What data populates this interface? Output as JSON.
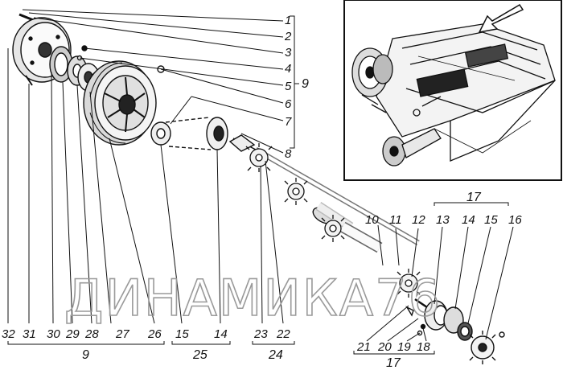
{
  "callouts_right": [
    "1",
    "2",
    "3",
    "4",
    "5",
    "6",
    "7",
    "8"
  ],
  "group_right": "9",
  "callouts_bottom_left": [
    "32",
    "31",
    "30",
    "29",
    "28",
    "27",
    "26"
  ],
  "group_bottom_left": "9",
  "callouts_bottom_mid": [
    "15",
    "14"
  ],
  "group_bottom_mid": "25",
  "callouts_bottom_shaft": [
    "23",
    "22"
  ],
  "group_bottom_shaft": "24",
  "callouts_mid": [
    "10",
    "11",
    "12"
  ],
  "callouts_sprocket_top": [
    "13",
    "14",
    "15"
  ],
  "callout_sprocket_16": "16",
  "group_sprocket_top": "17",
  "callouts_sprocket_bottom": [
    "21",
    "20",
    "19",
    "18"
  ],
  "group_sprocket_bottom": "17",
  "watermark": "ДИНАМИКА76",
  "colors": {
    "ink": "#111111",
    "watermark": "#9a9a9a",
    "background": "#ffffff"
  }
}
